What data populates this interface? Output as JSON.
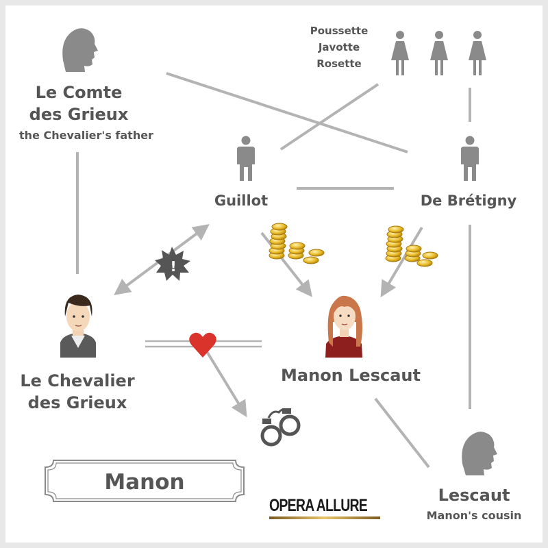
{
  "title": "Manon",
  "logo": "OPERA ALLURE",
  "characters": {
    "comte": {
      "line1": "Le Comte",
      "line2": "des Grieux",
      "role": "the Chevalier's father"
    },
    "chevalier": {
      "line1": "Le Chevalier",
      "line2": "des Grieux"
    },
    "manon": {
      "name": "Manon Lescaut"
    },
    "guillot": {
      "name": "Guillot"
    },
    "bretigny": {
      "name": "De Brétigny"
    },
    "lescaut": {
      "name": "Lescaut",
      "role": "Manon's cousin"
    },
    "women": {
      "names": [
        "Poussette",
        "Javotte",
        "Rosette"
      ]
    }
  },
  "icons": [
    "silhouette-icon",
    "woman-icon",
    "man-icon",
    "gold-coins-icon",
    "conflict-burst-icon",
    "heart-icon",
    "handcuffs-icon",
    "chevalier-portrait",
    "manon-portrait"
  ],
  "colors": {
    "text": "#555555",
    "line": "#b3b3b3",
    "silhouette": "#8a8a8a",
    "heart": "#d9332b",
    "gold": "#e8b923",
    "background": "#ffffff"
  }
}
